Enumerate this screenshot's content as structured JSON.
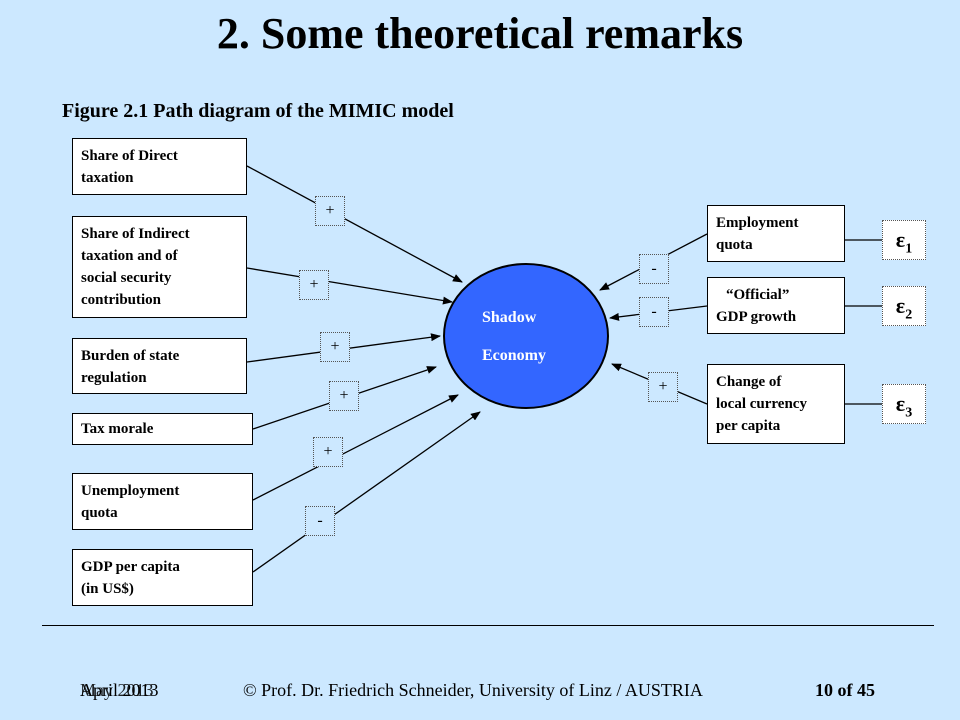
{
  "slide_title": "2. Some theoretical remarks",
  "figure_title": "Figure 2.1 Path diagram of the MIMIC model",
  "causes": [
    {
      "line1": "Share of Direct",
      "line2": "taxation",
      "line3": "",
      "line4": "",
      "sign": "+"
    },
    {
      "line1": "Share of Indirect",
      "line2": "taxation and of",
      "line3": "social security",
      "line4": "contribution",
      "sign": "+"
    },
    {
      "line1": "Burden of state",
      "line2": "regulation",
      "line3": "",
      "line4": "",
      "sign": "+"
    },
    {
      "line1": "Tax morale",
      "line2": "",
      "line3": "",
      "line4": "",
      "sign": "+"
    },
    {
      "line1": "Unemployment",
      "line2": "quota",
      "line3": "",
      "line4": "",
      "sign": "+"
    },
    {
      "line1": "GDP per capita",
      "line2": "(in US$)",
      "line3": "",
      "line4": "",
      "sign": "-"
    }
  ],
  "latent": {
    "line1": "Shadow",
    "line2": "Economy"
  },
  "indicators": [
    {
      "line1": "Employment",
      "line2": "quota",
      "line3": "",
      "sign": "-",
      "eps": "ε",
      "eps_sub": "1"
    },
    {
      "line1": "“Official”",
      "line2": "GDP growth",
      "line3": "",
      "sign": "-",
      "eps": "ε",
      "eps_sub": "2"
    },
    {
      "line1": "Change of",
      "line2": "local currency",
      "line3": "per capita",
      "sign": "+",
      "eps": "ε",
      "eps_sub": "3"
    }
  ],
  "footer": {
    "date_a": "April 2013",
    "date_b": "May 2013",
    "copyright": "© Prof. Dr. Friedrich Schneider, University of Linz / AUSTRIA",
    "page": "10 of 45"
  }
}
